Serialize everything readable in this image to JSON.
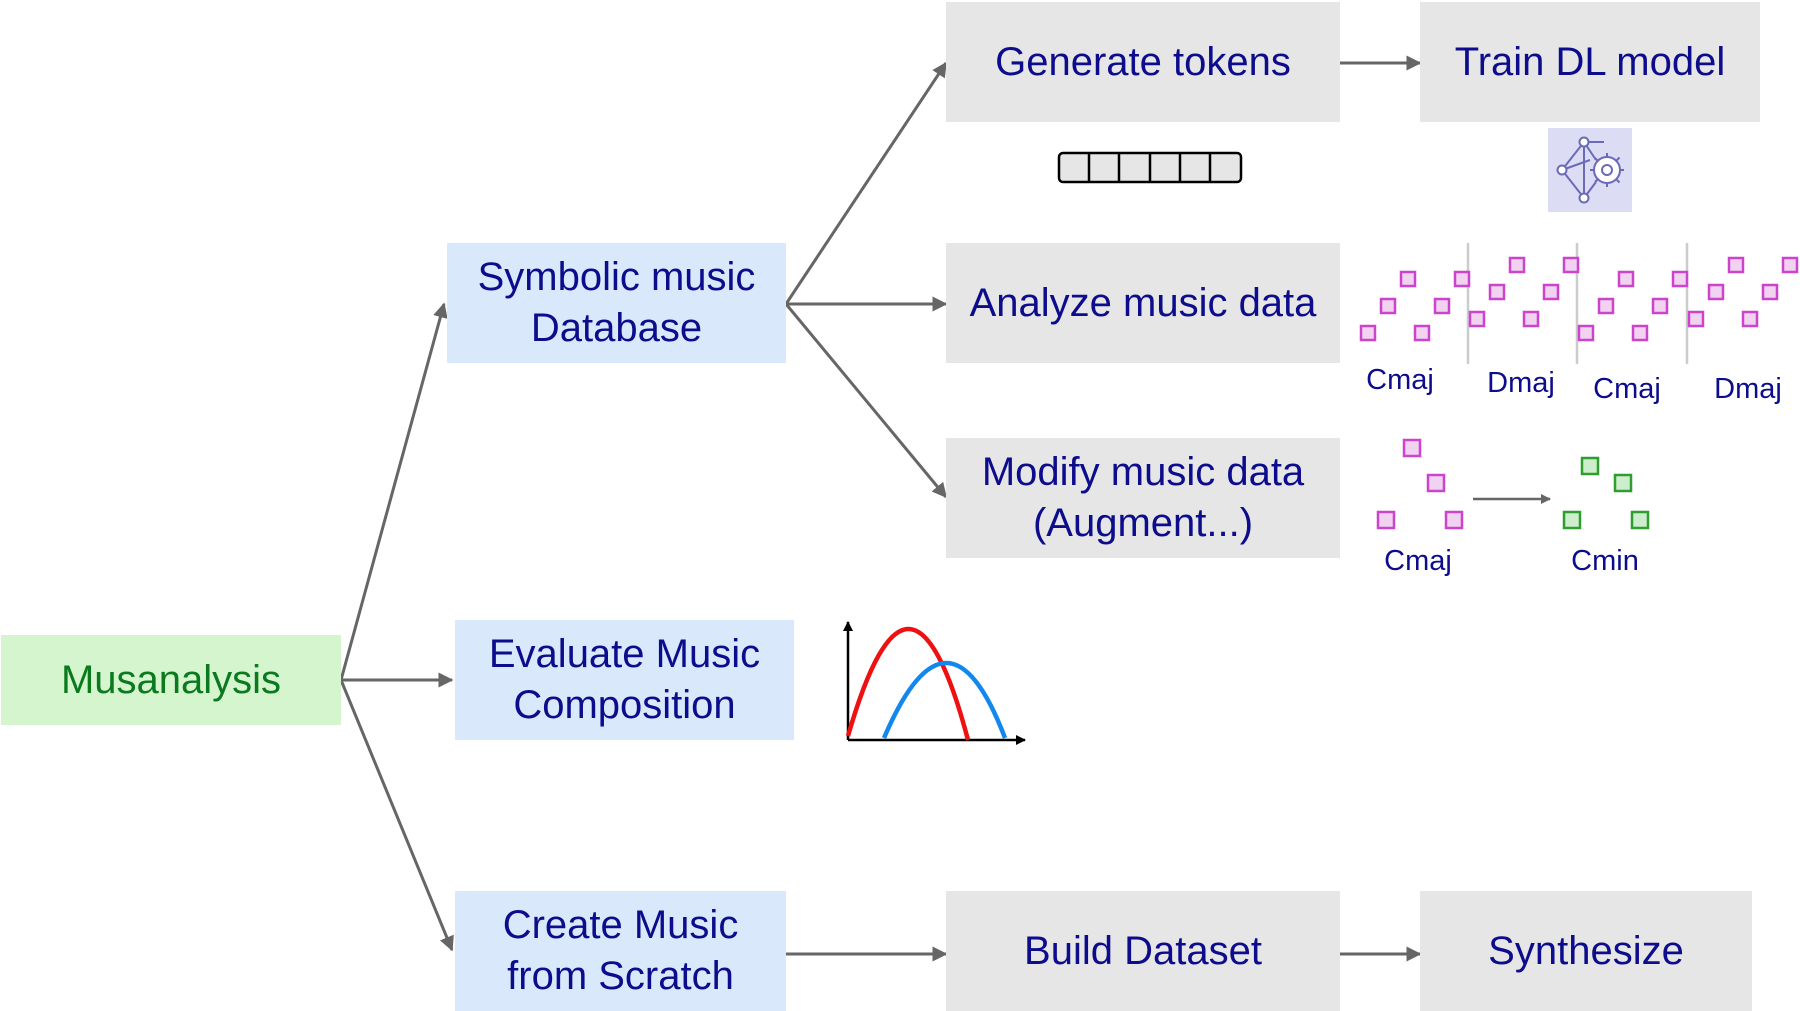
{
  "nodes": {
    "root": {
      "label": "Musanalysis"
    },
    "symbolic_db": {
      "line1": "Symbolic music",
      "line2": "Database"
    },
    "evaluate": {
      "line1": "Evaluate Music",
      "line2": "Composition"
    },
    "create": {
      "line1": "Create Music",
      "line2": "from Scratch"
    },
    "generate_tokens": {
      "label": "Generate tokens"
    },
    "train_dl": {
      "label": "Train DL model"
    },
    "analyze": {
      "label": "Analyze music data"
    },
    "modify": {
      "line1": "Modify music data",
      "line2": "(Augment...)"
    },
    "build_dataset": {
      "label": "Build Dataset"
    },
    "synthesize": {
      "label": "Synthesize"
    }
  },
  "annotations": {
    "analyze_chords": [
      "Cmaj",
      "Dmaj",
      "Cmaj",
      "Dmaj"
    ],
    "modify_from": "Cmaj",
    "modify_to": "Cmin"
  },
  "colors": {
    "root_fill": "#d5f5cf",
    "root_text": "#0b7a1e",
    "level1_fill": "#dae8fc",
    "process_fill": "#e6e6e6",
    "text": "#0c0c8c",
    "arrow": "#666666",
    "note_major": "#cc44cc",
    "note_minor": "#2e9e2e",
    "curve_a": "#ee1111",
    "curve_b": "#1188ee",
    "icon_fill": "#dcdcf5",
    "icon_stroke": "#6a6ab8"
  },
  "icons": {
    "token_sequence": "token-sequence-icon",
    "neural_network": "neural-network-gear-icon",
    "curve_chart": "curve-chart-icon"
  }
}
